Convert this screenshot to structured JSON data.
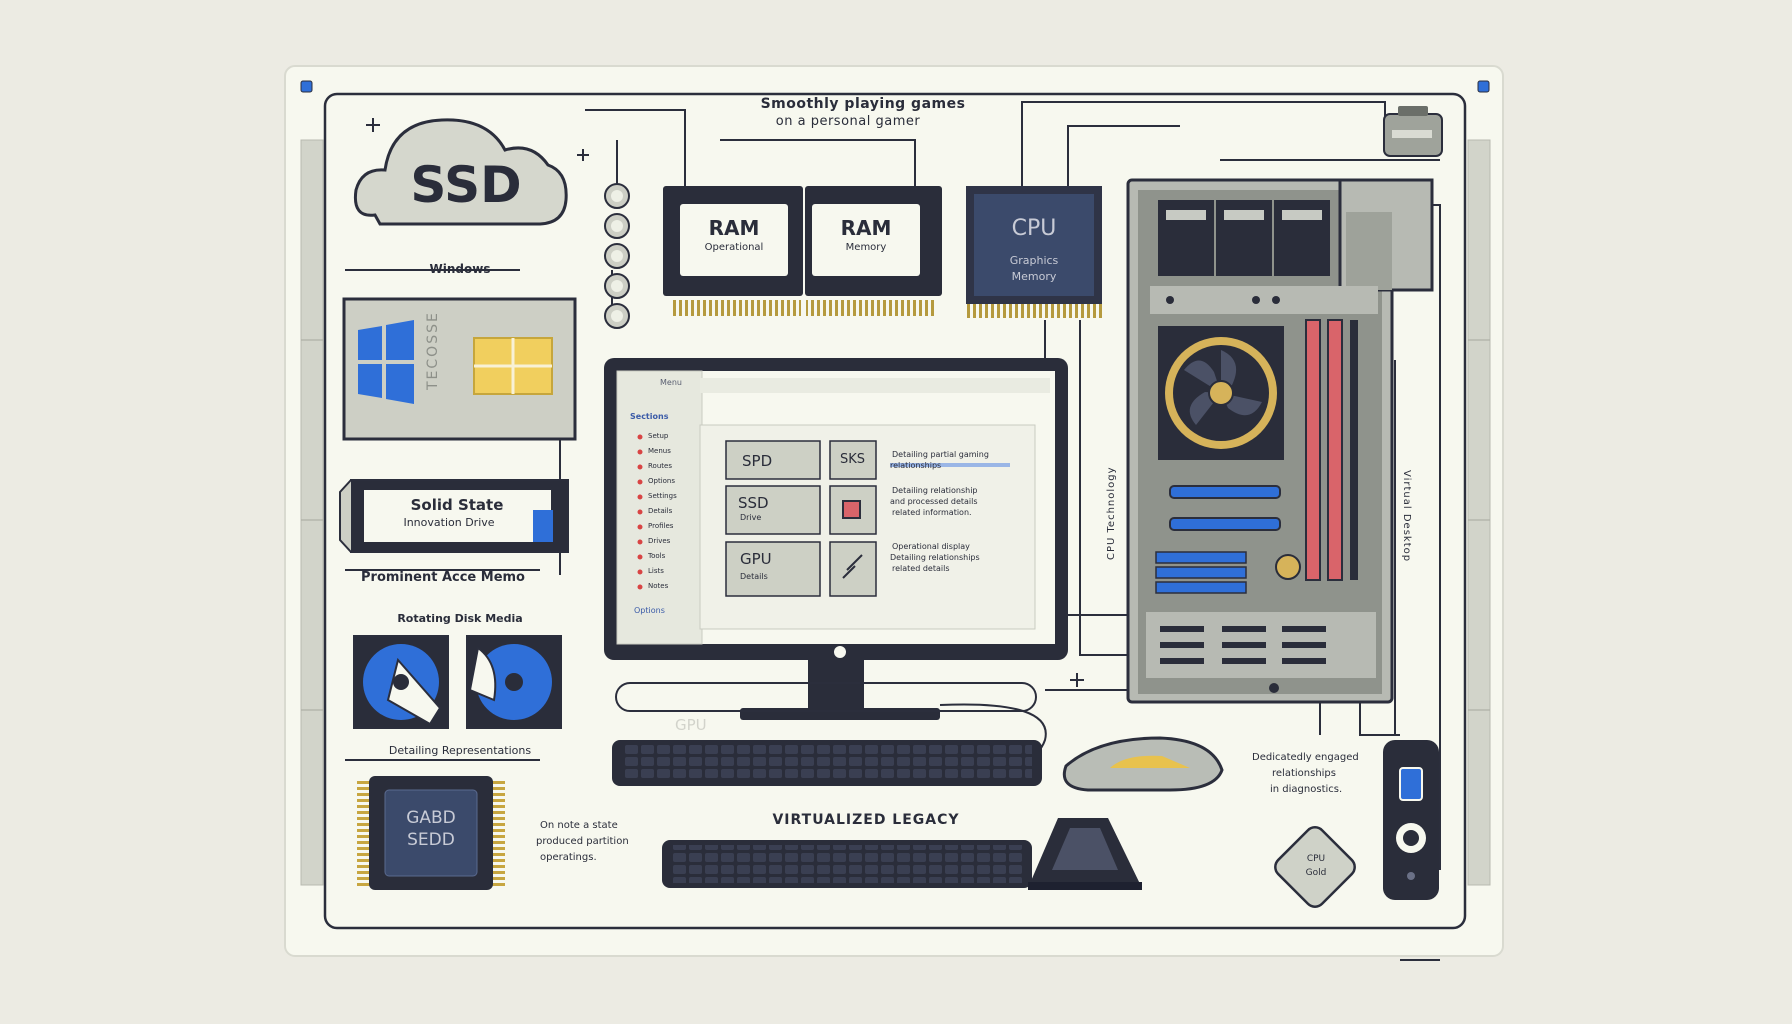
{
  "title": {
    "line1": "Smoothly playing games",
    "line2": "on a personal gamer"
  },
  "ssd_cloud": {
    "label": "SSD",
    "caption": "Windows"
  },
  "windows_panel": {
    "side_text": "TECOSSE"
  },
  "ssd_drive": {
    "label_line1": "Solid State",
    "label_line2": "Innovation Drive",
    "caption": "Prominent Acce Memo"
  },
  "disks": {
    "caption_top": "Rotating Disk Media",
    "caption_bottom": "Detailing Representations"
  },
  "chip_bottom_left": {
    "line1": "GABD",
    "line2": "SEDD"
  },
  "chip_note": {
    "line1": "On note a state",
    "line2": "produced partition",
    "line3": "operatings."
  },
  "ram": [
    {
      "label": "RAM",
      "sub": "Operational"
    },
    {
      "label": "RAM",
      "sub": "Memory"
    }
  ],
  "cpu": {
    "label": "CPU",
    "sub1": "Graphics",
    "sub2": "Memory"
  },
  "monitor": {
    "side_title": "Menu",
    "side_heading": "Sections",
    "side_items": [
      "Setup",
      "Menus",
      "Routes",
      "Options",
      "Settings",
      "Details",
      "Profiles",
      "Drives",
      "Tools",
      "Lists",
      "Notes"
    ],
    "side_footer": "Options",
    "cells": [
      {
        "label": "SPD",
        "sub": ""
      },
      {
        "label": "SSD",
        "sub": "Drive"
      },
      {
        "label": "GPU",
        "sub": "Details"
      }
    ],
    "col2": [
      "SKS",
      "",
      ""
    ],
    "notes": [
      {
        "line1": "Detailing partial gaming",
        "line2": "relationships"
      },
      {
        "line1": "Detailing relationship",
        "line2": "and processed details",
        "line3": "related information."
      },
      {
        "line1": "Operational display",
        "line2": "Detailing relationships",
        "line3": "related details"
      }
    ]
  },
  "under_monitor": {
    "ghost": "GPU"
  },
  "bottom_caption": "VIRTUALIZED LEGACY",
  "case_side_text": "CPU Technology",
  "right_vertical_text": "Virtual Desktop",
  "right_note": {
    "line1": "Dedicatedly engaged",
    "line2": "relationships",
    "line3": "in diagnostics."
  },
  "hub_label": {
    "line1": "CPU",
    "line2": "Gold"
  },
  "colors": {
    "accent_blue": "#2f6fd8",
    "gold": "#d6b35a",
    "red_ram": "#d9646a",
    "panel": "#f7f8ef",
    "line": "#2b2e3c"
  }
}
